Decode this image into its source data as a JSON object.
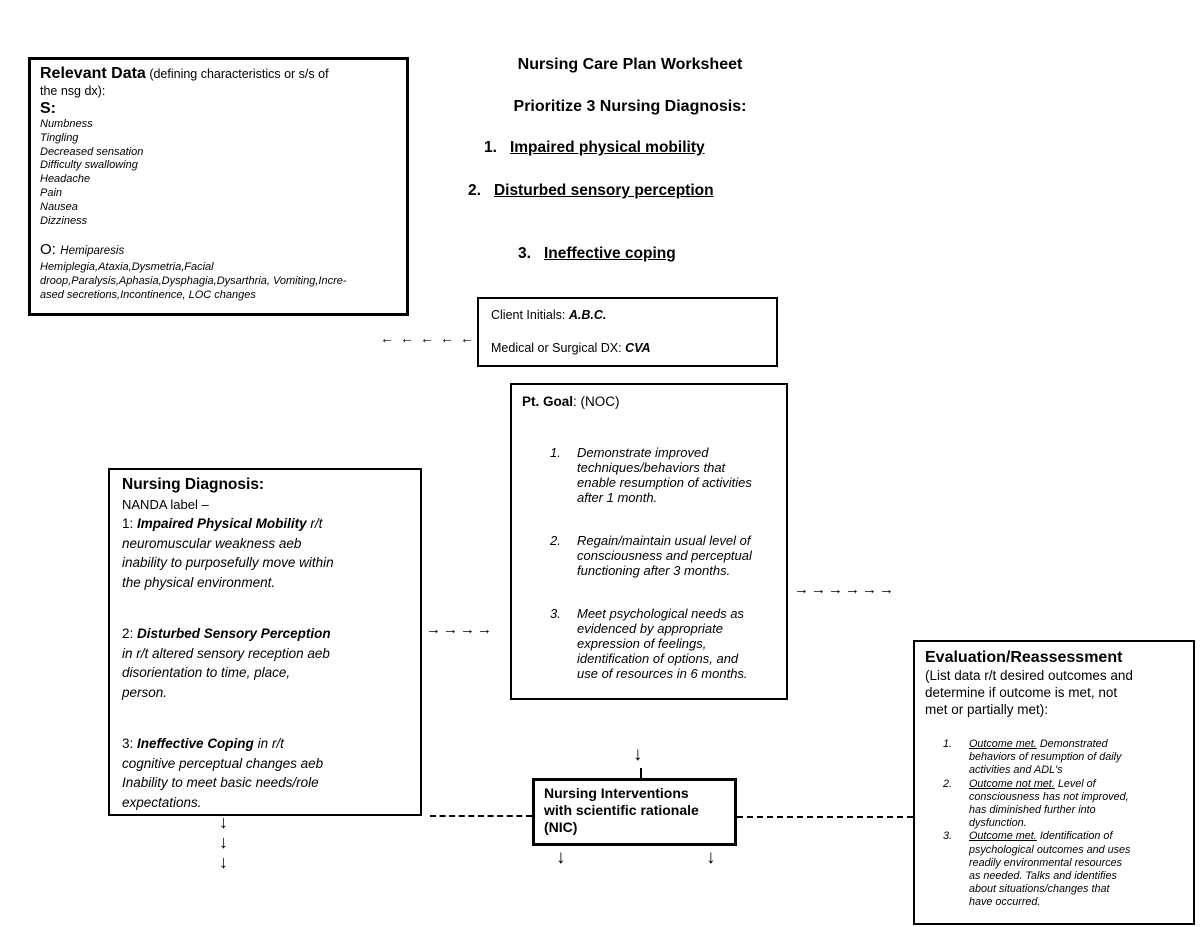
{
  "header": {
    "title": "Nursing Care Plan Worksheet",
    "subtitle": "Prioritize 3 Nursing Diagnosis:"
  },
  "priorities": [
    {
      "num": "1.",
      "label": "Impaired physical mobility"
    },
    {
      "num": "2.",
      "label": "Disturbed sensory perception"
    },
    {
      "num": "3.",
      "label": "Ineffective coping"
    }
  ],
  "relevant_data": {
    "title": "Relevant Data",
    "title_line1": "(defining characteristics or s/s of",
    "title_line2": "the nsg dx):",
    "s_label": "S:",
    "s_items": [
      "Numbness",
      "Tingling",
      "Decreased sensation",
      "Difficulty swallowing",
      "Headache",
      "Pain",
      "Nausea",
      "Dizziness"
    ],
    "o_label": "O:",
    "o_lead": "Hemiparesis",
    "o_lines": [
      "Hemiplegia,Ataxia,Dysmetria,Facial",
      "droop,Paralysis,Aphasia,Dysphagia,Dysarthria, Vomiting,Incre-",
      "ased secretions,Incontinence, LOC changes"
    ]
  },
  "client": {
    "initials_label": "Client Initials:",
    "initials_value": "A.B.C.",
    "dx_label": "Medical or Surgical DX:",
    "dx_value": "CVA"
  },
  "pt_goal": {
    "title": "Pt. Goal",
    "title_suffix": ": (NOC)",
    "items": [
      {
        "num": "1.",
        "lines": [
          "Demonstrate improved",
          "techniques/behaviors that",
          "enable resumption of activities",
          "after 1 month."
        ]
      },
      {
        "num": "2.",
        "lines": [
          "Regain/maintain usual level of",
          "consciousness and perceptual",
          "functioning after 3 months."
        ]
      },
      {
        "num": "3.",
        "lines": [
          "Meet psychological needs as",
          "evidenced by appropriate",
          "expression of feelings,",
          "identification of options, and",
          "use of resources in 6 months."
        ]
      }
    ]
  },
  "nursing_diagnosis": {
    "title": "Nursing Diagnosis:",
    "nanda": "NANDA label –",
    "items": [
      {
        "num": "1:",
        "bold": "Impaired Physical Mobility",
        "suffix": "r/t",
        "lines": [
          "neuromuscular weakness aeb",
          "inability to purposefully move within",
          "the physical environment."
        ]
      },
      {
        "num": "2:",
        "bold": "Disturbed Sensory Perception",
        "suffix": "",
        "lines": [
          "in r/t altered sensory reception aeb",
          "disorientation to time, place,",
          "person."
        ]
      },
      {
        "num": "3:",
        "bold": "Ineffective Coping",
        "suffix": "in r/t",
        "lines": [
          "cognitive perceptual changes aeb",
          "Inability to meet basic needs/role",
          "expectations."
        ]
      }
    ]
  },
  "interventions": {
    "lines": [
      "Nursing Interventions",
      "with scientific rationale",
      "(NIC)"
    ]
  },
  "evaluation": {
    "title": "Evaluation/Reassessment",
    "desc_lines": [
      "(List data r/t desired outcomes and",
      "determine if outcome is met, not",
      "met or partially met):"
    ],
    "items": [
      {
        "num": "1.",
        "status": "Outcome met.",
        "first": "Demonstrated",
        "lines": [
          "behaviors of resumption of daily",
          "activities and ADL's"
        ]
      },
      {
        "num": "2.",
        "status": "Outcome not met.",
        "first": "Level of",
        "lines": [
          "consciousness has not improved,",
          "has diminished further into",
          "dysfunction."
        ]
      },
      {
        "num": "3.",
        "status": "Outcome met.",
        "first": "Identification of",
        "lines": [
          "psychological outcomes and uses",
          "readily environmental resources",
          "as needed. Talks and identifies",
          "about situations/changes that",
          "have occurred."
        ]
      }
    ]
  },
  "arrows": {
    "left_chain": "←←←←←",
    "chain4": "→→→→",
    "chain6": "→→→→→→",
    "down": "↓"
  }
}
